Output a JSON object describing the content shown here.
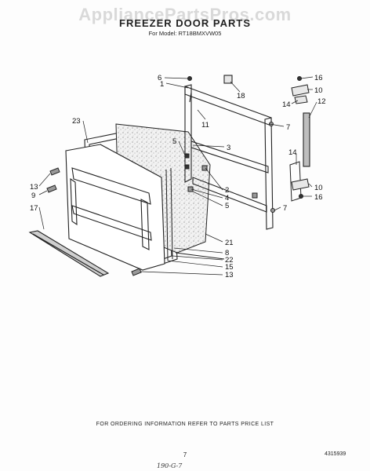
{
  "watermark": "AppliancePartsPros.com",
  "header": {
    "title": "FREEZER DOOR PARTS",
    "model_line": "For Model: RT18BMXVW05"
  },
  "callouts": [
    {
      "id": "c6",
      "text": "6"
    },
    {
      "id": "c1",
      "text": "1"
    },
    {
      "id": "c18",
      "text": "18"
    },
    {
      "id": "c16a",
      "text": "16"
    },
    {
      "id": "c10a",
      "text": "10"
    },
    {
      "id": "c14a",
      "text": "14"
    },
    {
      "id": "c12",
      "text": "12"
    },
    {
      "id": "c11",
      "text": "11"
    },
    {
      "id": "c7a",
      "text": "7"
    },
    {
      "id": "c23",
      "text": "23"
    },
    {
      "id": "c5a",
      "text": "5"
    },
    {
      "id": "c3",
      "text": "3"
    },
    {
      "id": "c14b",
      "text": "14"
    },
    {
      "id": "c13a",
      "text": "13"
    },
    {
      "id": "c9",
      "text": "9"
    },
    {
      "id": "c17",
      "text": "17"
    },
    {
      "id": "c2",
      "text": "2"
    },
    {
      "id": "c4",
      "text": "4"
    },
    {
      "id": "c5b",
      "text": "5"
    },
    {
      "id": "c7b",
      "text": "7"
    },
    {
      "id": "c10b",
      "text": "10"
    },
    {
      "id": "c16b",
      "text": "16"
    },
    {
      "id": "c21",
      "text": "21"
    },
    {
      "id": "c8",
      "text": "8"
    },
    {
      "id": "c22",
      "text": "22"
    },
    {
      "id": "c15",
      "text": "15"
    },
    {
      "id": "c13b",
      "text": "13"
    }
  ],
  "footer": {
    "ordering_note": "FOR ORDERING INFORMATION REFER TO PARTS PRICE LIST",
    "page_number": "7",
    "document_number": "4315939",
    "handwritten": "190-G-7"
  }
}
